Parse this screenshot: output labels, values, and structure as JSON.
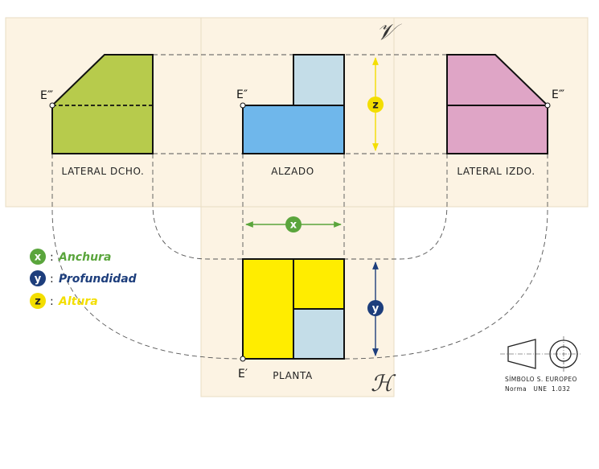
{
  "planes": {
    "vertical": "𝒱",
    "horizontal": "ℋ"
  },
  "views": {
    "lateral_dcho": {
      "label": "LATERAL DCHO.",
      "vertex": "E‴",
      "color": "#b7cb4c"
    },
    "alzado": {
      "label": "ALZADO",
      "vertex": "E″",
      "color_main": "#6fb7eb",
      "color_top": "#c4dde8"
    },
    "lateral_izdo": {
      "label": "LATERAL IZDO.",
      "vertex": "E‴",
      "color": "#dfa5c6"
    },
    "planta": {
      "label": "PLANTA",
      "vertex": "E′",
      "color_yellow": "#ffed00",
      "color_blue": "#c4dde8"
    }
  },
  "dimensions": {
    "x": {
      "letter": "x",
      "color": "#5aa53c"
    },
    "y": {
      "letter": "y",
      "color": "#1d3e7c"
    },
    "z": {
      "letter": "z",
      "color": "#f3de00"
    }
  },
  "legend": [
    {
      "letter": "x",
      "text": "Anchura",
      "color": "#5aa53c"
    },
    {
      "letter": "y",
      "text": "Profundidad",
      "color": "#1d3e7c"
    },
    {
      "letter": "z",
      "text": "Altura",
      "color": "#f3de00"
    }
  ],
  "symbol": {
    "line1": "SÍMBOLO S. EUROPEO",
    "line2": "Norma   UNE  1.032"
  }
}
